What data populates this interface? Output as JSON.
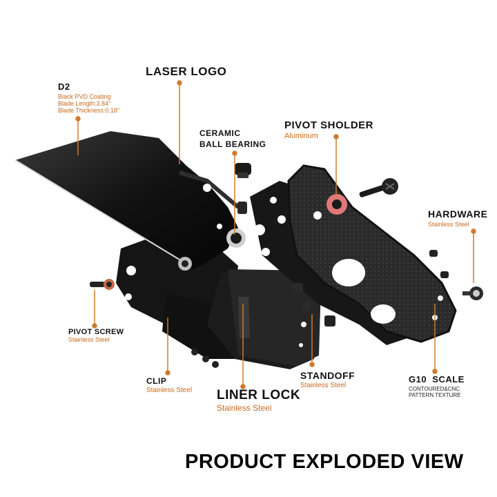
{
  "labels": {
    "d2": {
      "title": "D2",
      "lines": [
        "Black PVD Coating",
        "Blade Length:3.84''",
        "Blade Thickness:0.18''"
      ]
    },
    "laser_logo": {
      "title": "LASER LOGO"
    },
    "ceramic": {
      "title_line1": "CERAMIC",
      "title_line2": "BALL BEARING"
    },
    "pivot_sholder": {
      "title": "PIVOT SHOLDER",
      "sub": "Aluminum"
    },
    "hardware": {
      "title": "HARDWARE",
      "sub": "Stainless Steel"
    },
    "pivot_screw": {
      "title": "PIVOT SCREW",
      "sub": "Stainless Steel"
    },
    "clip": {
      "title": "CLIP",
      "sub": "Stainless Steel"
    },
    "liner_lock": {
      "title": "LINER LOCK",
      "sub": "Stainless Steel"
    },
    "standoff": {
      "title": "STANDOFF",
      "sub": "Stainless Steel"
    },
    "g10_scale": {
      "title": "G10  SCALE",
      "sub_line1": "CONTOURED&CNC",
      "sub_line2": "PATTERN TEXTURE"
    }
  },
  "footer": "PRODUCT EXPLODED VIEW",
  "colors": {
    "accent": "#c8691d",
    "leader": "#d07a2a",
    "pivot_washer": "#e0787a",
    "part": "#1a1a1a"
  },
  "icons": [
    "blade-icon",
    "scale-icon",
    "liner-icon",
    "screw-icon",
    "bearing-icon"
  ]
}
